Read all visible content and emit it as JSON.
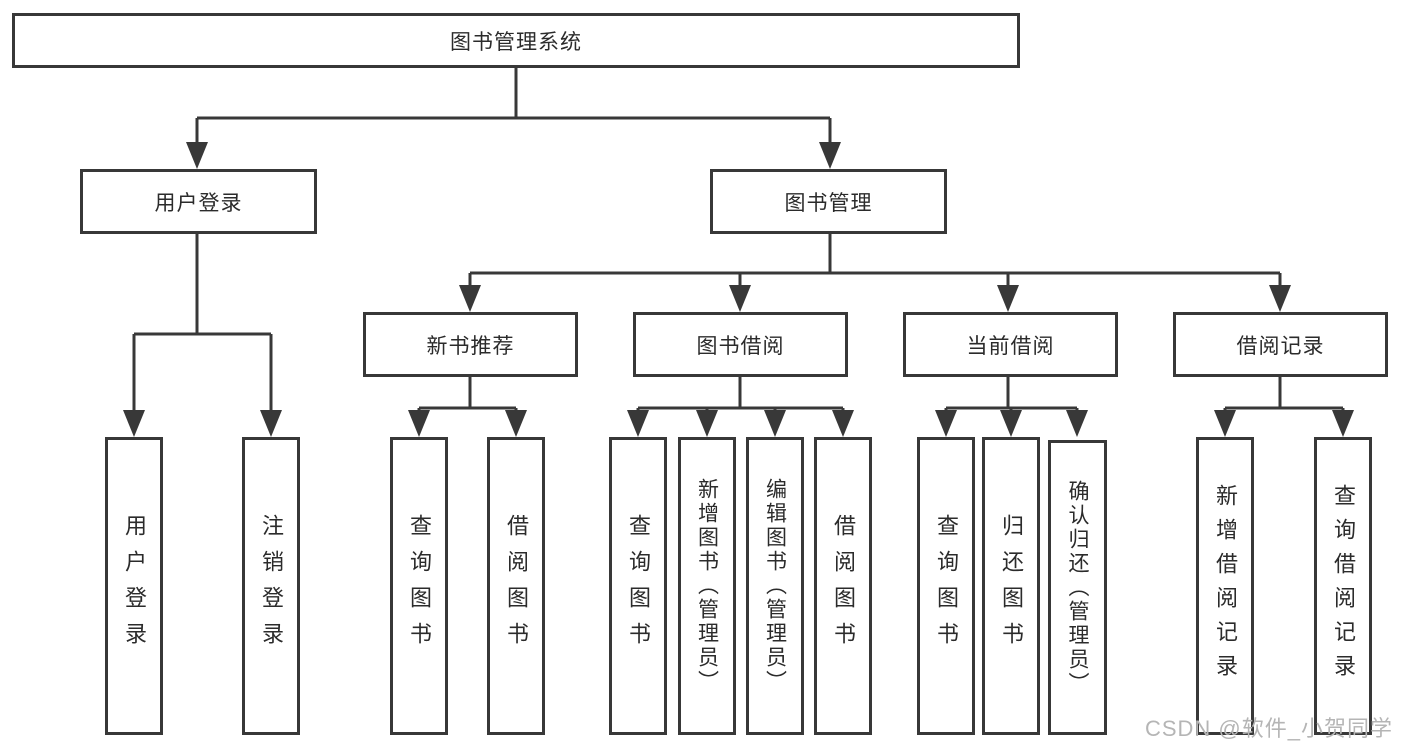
{
  "watermark": "CSDN @软件_小贺同学",
  "colors": {
    "line": "#383838",
    "box_border": "#383838",
    "text": "#2b2b2b",
    "watermark": "#b5b5b5",
    "background": "#ffffff"
  },
  "tree": {
    "label": "图书管理系统",
    "children": [
      {
        "label": "用户登录",
        "children": [
          {
            "label": "用户登录"
          },
          {
            "label": "注销登录"
          }
        ]
      },
      {
        "label": "图书管理",
        "children": [
          {
            "label": "新书推荐",
            "children": [
              {
                "label": "查询图书"
              },
              {
                "label": "借阅图书"
              }
            ]
          },
          {
            "label": "图书借阅",
            "children": [
              {
                "label": "查询图书"
              },
              {
                "label": "新增图书（管理员）"
              },
              {
                "label": "编辑图书（管理员）"
              },
              {
                "label": "借阅图书"
              }
            ]
          },
          {
            "label": "当前借阅",
            "children": [
              {
                "label": "查询图书"
              },
              {
                "label": "归还图书"
              },
              {
                "label": "确认归还（管理员）"
              }
            ]
          },
          {
            "label": "借阅记录",
            "children": [
              {
                "label": "新增借阅记录"
              },
              {
                "label": "查询借阅记录"
              }
            ]
          }
        ]
      }
    ]
  }
}
